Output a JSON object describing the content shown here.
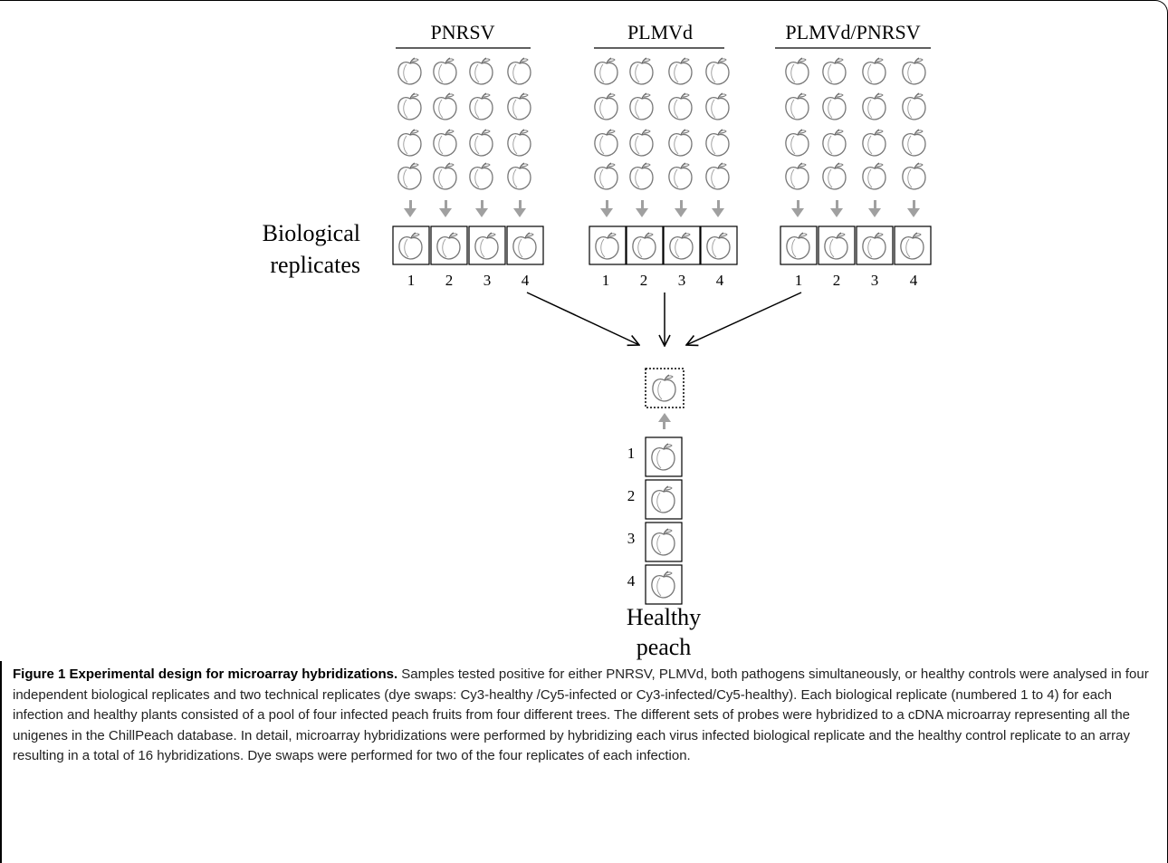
{
  "groups": [
    {
      "label": "PNRSV"
    },
    {
      "label": "PLMVd"
    },
    {
      "label": "PLMVd/PNRSV"
    }
  ],
  "replicate_numbers": [
    "1",
    "2",
    "3",
    "4"
  ],
  "biological_label_line1": "Biological",
  "biological_label_line2": "replicates",
  "healthy_label_line1": "Healthy",
  "healthy_label_line2": "peach",
  "colors": {
    "arrow_gray": "#a0a0a0",
    "line": "#000000",
    "fruit_stroke": "#777777"
  },
  "caption": {
    "title": "Figure 1 Experimental design for microarray hybridizations.",
    "body": " Samples tested positive for either PNRSV, PLMVd, both pathogens simultaneously, or healthy controls were analysed in four independent biological replicates and two technical replicates (dye swaps: Cy3-healthy /Cy5-infected or Cy3-infected/Cy5-healthy). Each biological replicate (numbered 1 to 4) for each infection and healthy plants consisted of a pool of four infected peach fruits from four different trees. The different sets of probes were hybridized to a cDNA microarray representing all the unigenes in the ChillPeach database. In detail, microarray hybridizations were performed by hybridizing each virus infected biological replicate and the healthy control replicate to an array resulting in a total of 16 hybridizations. Dye swaps were performed for two of the four replicates of each infection."
  }
}
